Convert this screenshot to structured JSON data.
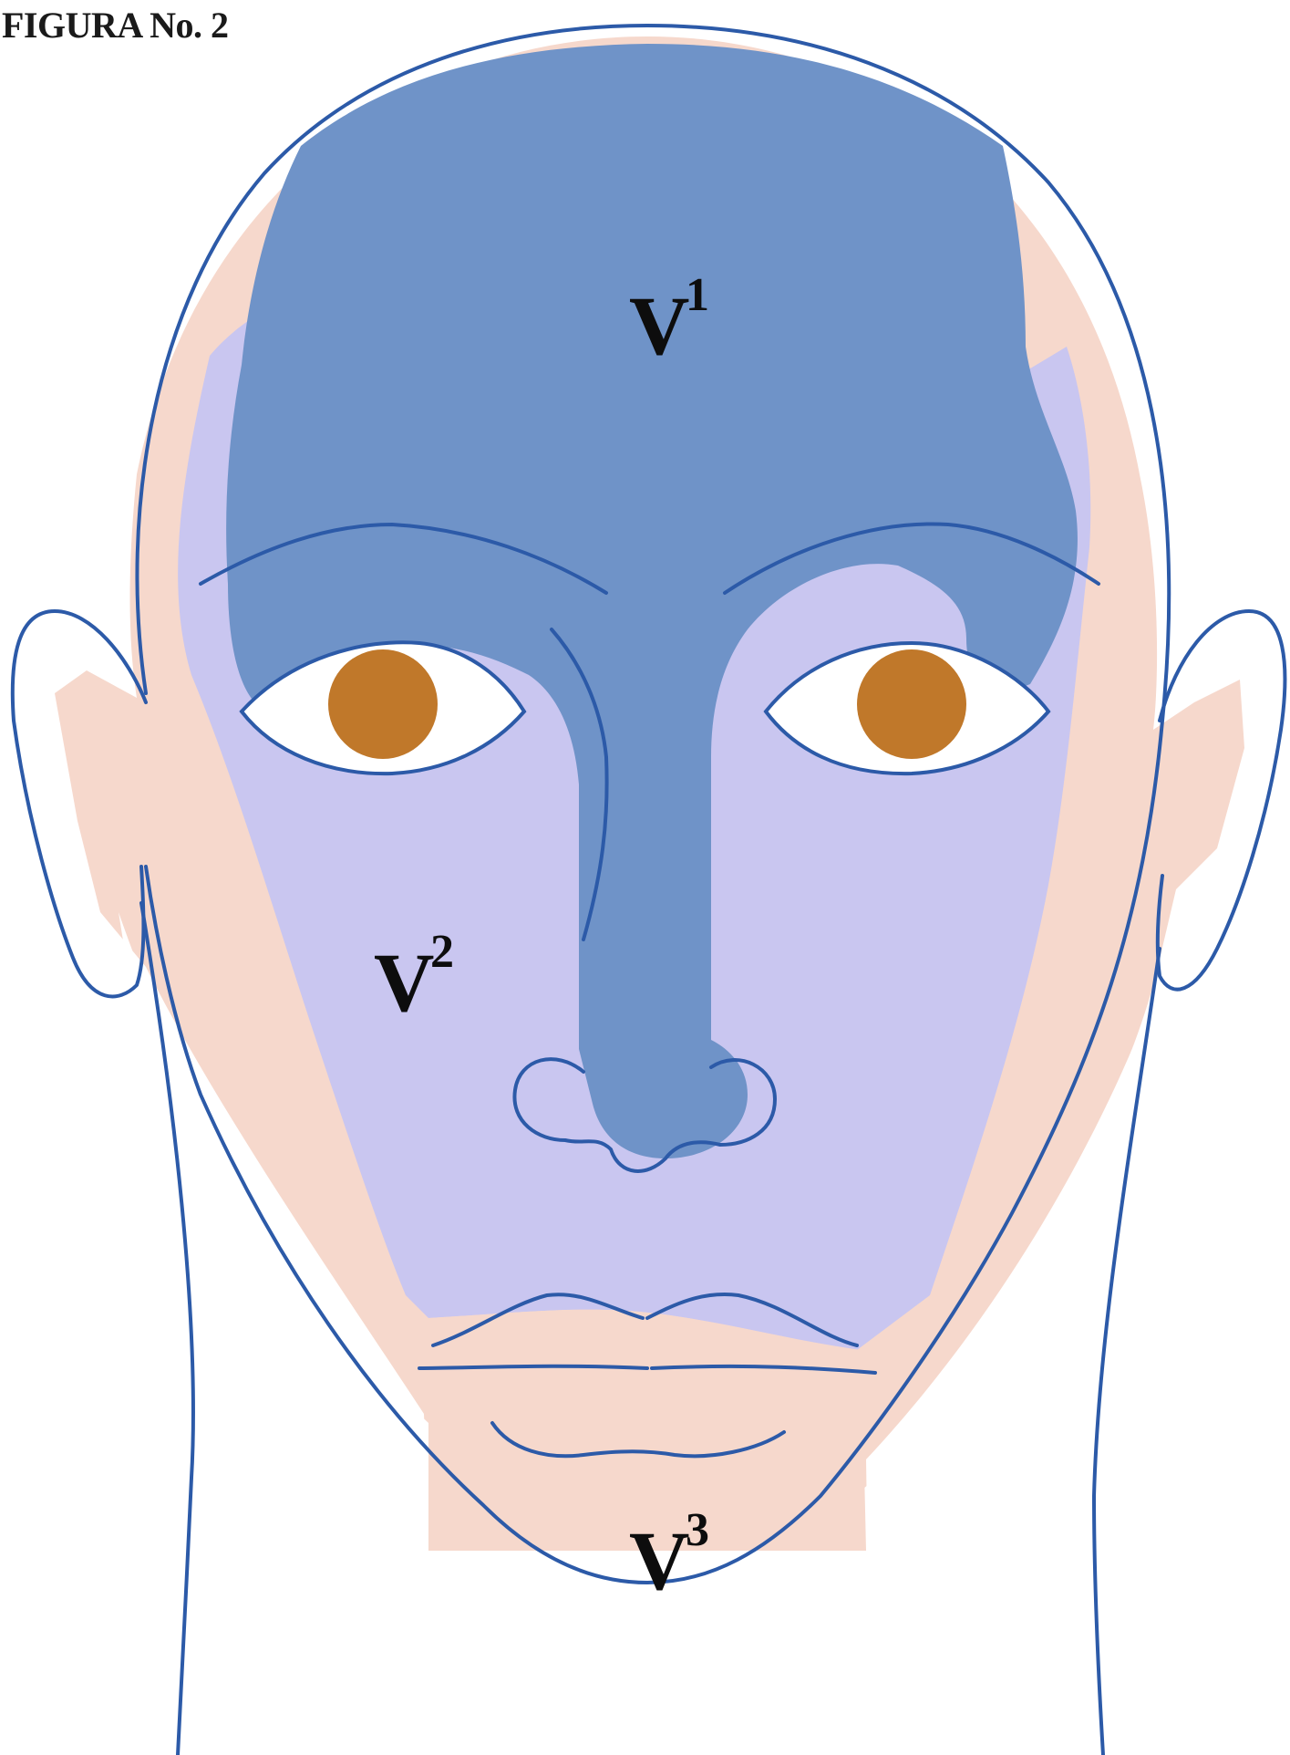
{
  "figure": {
    "title": "FIGURA No. 2"
  },
  "zones": [
    {
      "id": "v1",
      "letter": "V",
      "superscript": "1",
      "color": "#6f93c8"
    },
    {
      "id": "v2",
      "letter": "V",
      "superscript": "2",
      "color": "#c9c6f0"
    },
    {
      "id": "v3",
      "letter": "V",
      "superscript": "3",
      "color": "#f6d8cc"
    }
  ],
  "colors": {
    "outline": "#2c5aa8",
    "skin": "#f6d8cc",
    "iris": "#c0782a",
    "sclera": "#ffffff"
  }
}
